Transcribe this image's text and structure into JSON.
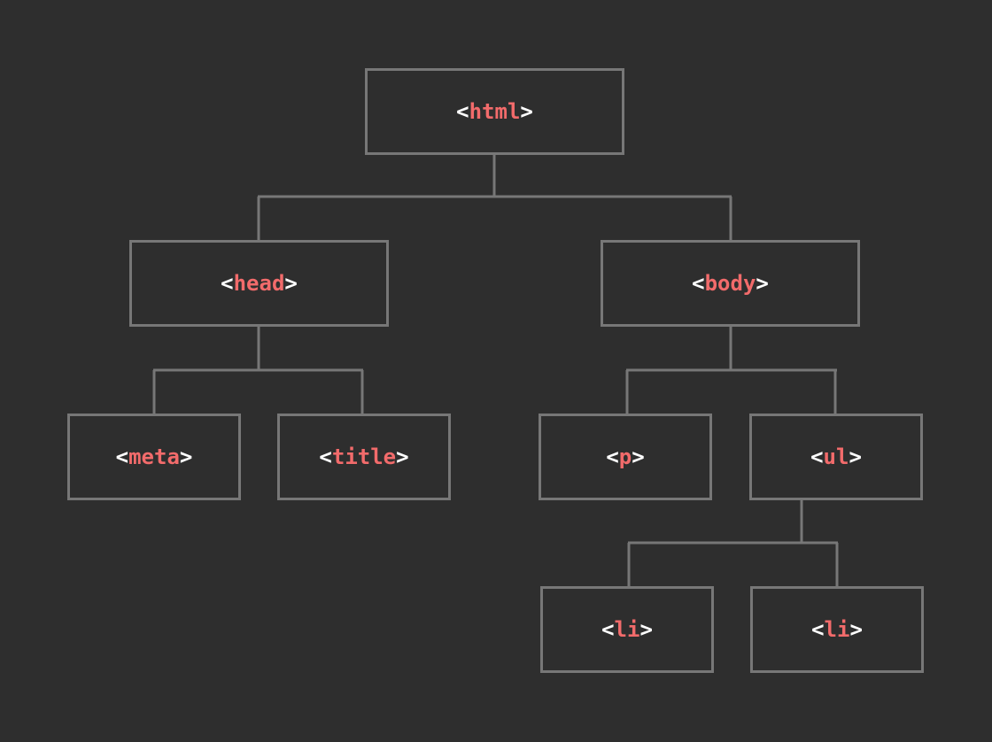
{
  "diagram": {
    "colors": {
      "background": "#2e2e2e",
      "border": "#777777",
      "bracket": "#ffffff",
      "tag": "#f26b6b"
    },
    "nodes": {
      "html": {
        "open": "<",
        "tag": "html",
        "close": ">"
      },
      "head": {
        "open": "<",
        "tag": "head",
        "close": ">"
      },
      "body": {
        "open": "<",
        "tag": "body",
        "close": ">"
      },
      "meta": {
        "open": "<",
        "tag": "meta",
        "close": ">"
      },
      "title": {
        "open": "<",
        "tag": "title",
        "close": ">"
      },
      "p": {
        "open": "<",
        "tag": "p",
        "close": ">"
      },
      "ul": {
        "open": "<",
        "tag": "ul",
        "close": ">"
      },
      "li1": {
        "open": "<",
        "tag": "li",
        "close": ">"
      },
      "li2": {
        "open": "<",
        "tag": "li",
        "close": ">"
      }
    },
    "edges": [
      {
        "from": "html",
        "to": "head"
      },
      {
        "from": "html",
        "to": "body"
      },
      {
        "from": "head",
        "to": "meta"
      },
      {
        "from": "head",
        "to": "title"
      },
      {
        "from": "body",
        "to": "p"
      },
      {
        "from": "body",
        "to": "ul"
      },
      {
        "from": "ul",
        "to": "li1"
      },
      {
        "from": "ul",
        "to": "li2"
      }
    ]
  }
}
